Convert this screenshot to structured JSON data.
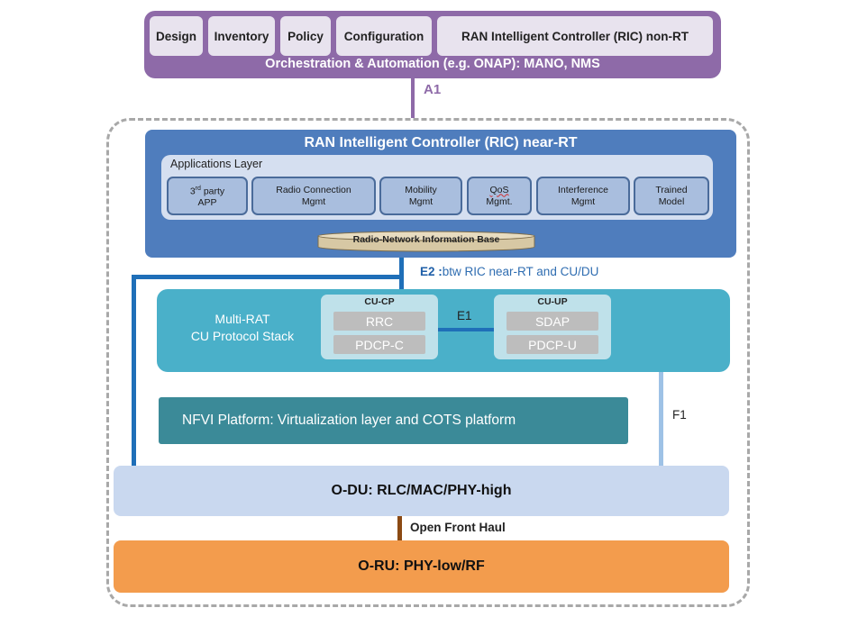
{
  "orchestration": {
    "tabs": [
      "Design",
      "Inventory",
      "Policy",
      "Configuration",
      "RAN Intelligent Controller (RIC) non-RT"
    ],
    "caption": "Orchestration & Automation (e.g. ONAP): MANO, NMS",
    "color": "#8e6aa8"
  },
  "interfaces": {
    "a1": "A1",
    "e2_prefix": "E2 :",
    "e2_text": "btw RIC near-RT and CU/DU",
    "e1": "E1",
    "f1": "F1",
    "front_haul": "Open Front Haul"
  },
  "ric_near_rt": {
    "title": "RAN Intelligent Controller (RIC) near-RT",
    "applications_layer": "Applications Layer",
    "apps": [
      {
        "line1_base": "3",
        "line1_sup": "rd",
        "line1_rest": " party",
        "line2": "APP"
      },
      {
        "line1": "Radio Connection",
        "line2": "Mgmt"
      },
      {
        "line1": "Mobility",
        "line2": "Mgmt"
      },
      {
        "line1": "QoS",
        "line2": "Mgmt."
      },
      {
        "line1": "Interference",
        "line2": "Mgmt"
      },
      {
        "line1": "Trained",
        "line2": "Model"
      }
    ],
    "rnib": "Radio-Network Information Base",
    "color": "#4f7dbd"
  },
  "cu_stack": {
    "label_line1": "Multi-RAT",
    "label_line2": "CU Protocol Stack",
    "cu_cp": {
      "title": "CU-CP",
      "items": [
        "RRC",
        "PDCP-C"
      ]
    },
    "cu_up": {
      "title": "CU-UP",
      "items": [
        "SDAP",
        "PDCP-U"
      ]
    },
    "color": "#4ab0c9"
  },
  "nfvi": "NFVI Platform: Virtualization layer and COTS platform",
  "odu": "O-DU: RLC/MAC/PHY-high",
  "oru": "O-RU: PHY-low/RF"
}
